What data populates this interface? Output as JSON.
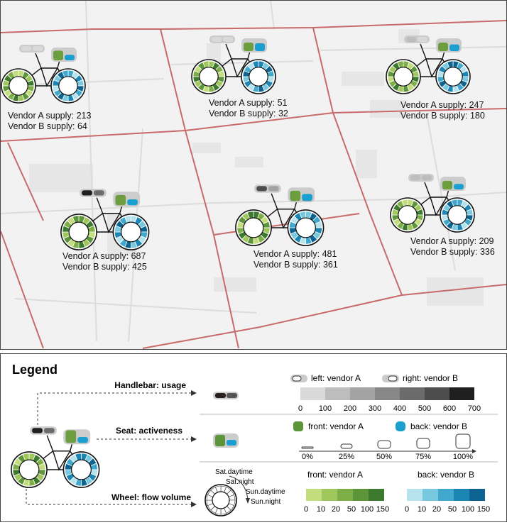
{
  "map": {
    "stations": [
      {
        "vendor_a_label": "Vendor A supply: 213",
        "vendor_b_label": "Vendor B supply: 64",
        "handlebar_a": 100,
        "handlebar_b": 100,
        "seat_a_level": 0.6,
        "seat_b_level": 0.3
      },
      {
        "vendor_a_label": "Vendor A supply: 51",
        "vendor_b_label": "Vendor B supply: 32",
        "handlebar_a": 100,
        "handlebar_b": 100,
        "seat_a_level": 0.5,
        "seat_b_level": 0.5
      },
      {
        "vendor_a_label": "Vendor A supply: 247",
        "vendor_b_label": "Vendor B supply: 180",
        "handlebar_a": 200,
        "handlebar_b": 100,
        "seat_a_level": 0.5,
        "seat_b_level": 0.4
      },
      {
        "vendor_a_label": "Vendor A supply: 687",
        "vendor_b_label": "Vendor B supply: 425",
        "handlebar_a": 700,
        "handlebar_b": 500,
        "seat_a_level": 0.6,
        "seat_b_level": 0.3
      },
      {
        "vendor_a_label": "Vendor A supply: 481",
        "vendor_b_label": "Vendor B supply: 361",
        "handlebar_a": 600,
        "handlebar_b": 300,
        "seat_a_level": 0.6,
        "seat_b_level": 0.4
      },
      {
        "vendor_a_label": "Vendor A supply: 209",
        "vendor_b_label": "Vendor B supply: 336",
        "handlebar_a": 200,
        "handlebar_b": 200,
        "seat_a_level": 0.5,
        "seat_b_level": 0.3
      }
    ]
  },
  "legend": {
    "title": "Legend",
    "handlebar_label": "Handlebar: usage",
    "seat_label": "Seat: activeness",
    "wheel_label": "Wheel: flow volume",
    "left_vendor_a": "left: vendor A",
    "right_vendor_b": "right: vendor B",
    "usage_ticks": [
      "0",
      "100",
      "200",
      "300",
      "400",
      "500",
      "600",
      "700"
    ],
    "usage_colors": [
      "#d9d9d9",
      "#bdbdbd",
      "#a3a3a3",
      "#878787",
      "#6b6b6b",
      "#4d4d4d",
      "#1f1f1f"
    ],
    "front_vendor_a": "front: vendor A",
    "back_vendor_b": "back: vendor B",
    "activeness_ticks": [
      "0%",
      "25%",
      "50%",
      "75%",
      "100%"
    ],
    "wheel_segments": [
      "Sat.daytime",
      "Sat.night",
      "Sun.daytime",
      "Sun.night"
    ],
    "flow_front_label": "front: vendor A",
    "flow_back_label": "back: vendor B",
    "flow_ticks": [
      "0",
      "10",
      "20",
      "50",
      "100",
      "150"
    ],
    "green_scale": [
      "#c3dd7c",
      "#9fc75c",
      "#7eaf47",
      "#5d963a",
      "#3d7a2f"
    ],
    "blue_scale": [
      "#b7e3ef",
      "#78c8e0",
      "#3fa8cc",
      "#1b86b3",
      "#0e6490"
    ]
  }
}
